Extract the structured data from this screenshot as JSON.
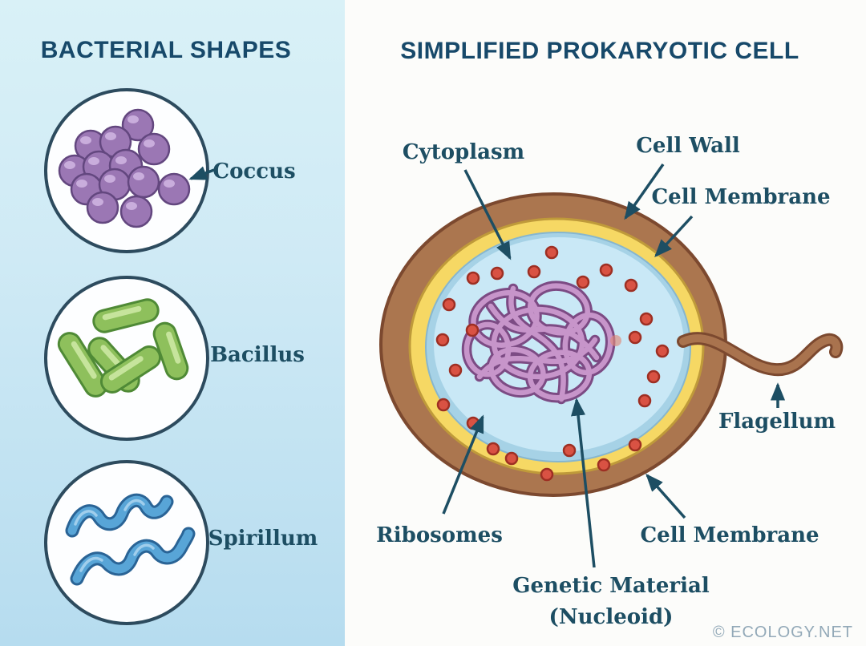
{
  "left_panel": {
    "title": "BACTERIAL SHAPES",
    "shapes": [
      {
        "label": "Coccus"
      },
      {
        "label": "Bacillus"
      },
      {
        "label": "Spirillum"
      }
    ]
  },
  "right_panel": {
    "title": "SIMPLIFIED PROKARYOTIC CELL",
    "labels": {
      "cytoplasm": "Cytoplasm",
      "cell_wall": "Cell Wall",
      "cell_membrane_top": "Cell Membrane",
      "flagellum": "Flagellum",
      "ribosomes": "Ribosomes",
      "cell_membrane_bottom": "Cell Membrane",
      "genetic_material_line1": "Genetic Material",
      "genetic_material_line2": "(Nucleoid)"
    }
  },
  "footer": {
    "credit": "© ECOLOGY.NET"
  },
  "colors": {
    "left_bg_top": "#d9f1f7",
    "left_bg_bottom": "#b6dcef",
    "right_bg": "#fcfcfa",
    "title_text": "#17496a",
    "label_text": "#1d4e63",
    "arrow": "#1d4e63",
    "coccus_purple": "#9b77b4",
    "bacillus_green": "#8ec05c",
    "spirillum_blue": "#58a5d7",
    "cell_wall_brown": "#ab764f",
    "membrane_yellow": "#f6d864",
    "cytoplasm_blue": "#c9e8f6",
    "ribosome_red": "#d95243",
    "nucleoid_purple": "#c795ca",
    "footer_text": "#93a9b8"
  }
}
